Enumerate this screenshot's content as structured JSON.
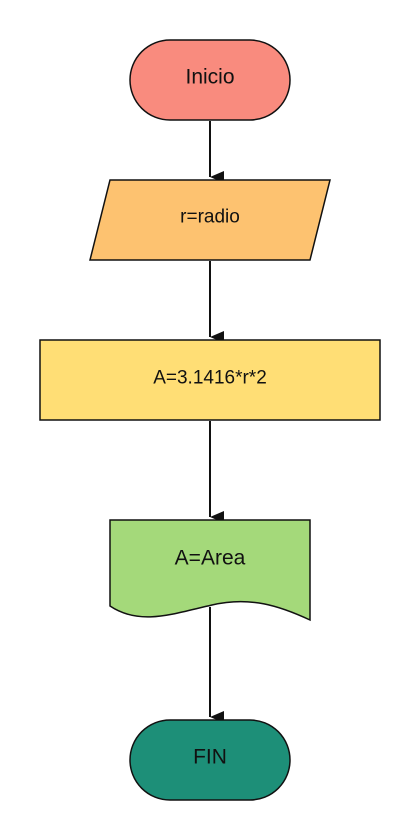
{
  "diagram": {
    "type": "flowchart",
    "nodes": [
      {
        "id": "start",
        "shape": "terminator",
        "label": "Inicio",
        "fill": "#F98B7E"
      },
      {
        "id": "input",
        "shape": "parallelogram",
        "label": "r=radio",
        "fill": "#FDC270"
      },
      {
        "id": "process",
        "shape": "process",
        "label": "A=3.1416*r*2",
        "fill": "#FFDE75"
      },
      {
        "id": "output",
        "shape": "document",
        "label": "A=Area",
        "fill": "#A4D97A"
      },
      {
        "id": "end",
        "shape": "terminator",
        "label": "FIN",
        "fill": "#1D8F78"
      }
    ],
    "edges": [
      {
        "from": "start",
        "to": "input"
      },
      {
        "from": "input",
        "to": "process"
      },
      {
        "from": "process",
        "to": "output"
      },
      {
        "from": "output",
        "to": "end"
      }
    ],
    "colors": {
      "stroke": "#111111",
      "arrow": "#111111",
      "text": "#111111"
    }
  }
}
